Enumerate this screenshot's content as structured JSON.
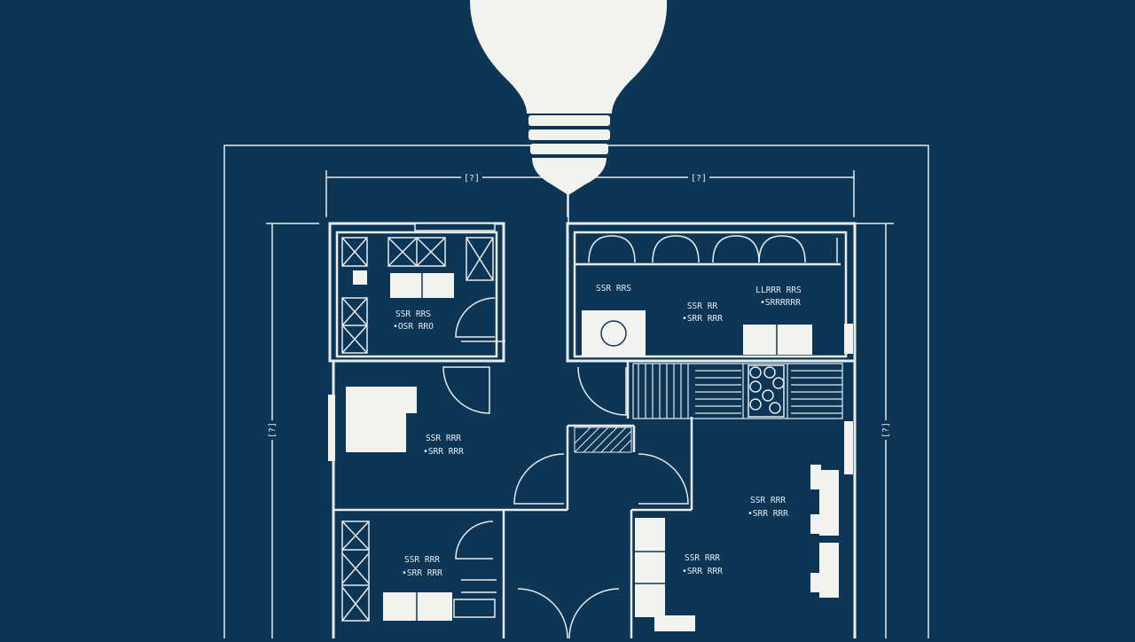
{
  "colors": {
    "background": "#0c3556",
    "line": "#e8ecec",
    "fill": "#f2f2ee"
  },
  "icons": {
    "bulb": "lightbulb-icon"
  },
  "dimensions": {
    "top_left": "[?]",
    "top_right": "[?]",
    "left": "[?]",
    "right": "[?]"
  },
  "rooms": {
    "kitchen": {
      "line1": "SSR RRS",
      "line2": "•OSR RRO"
    },
    "utility_left": {
      "line1": "SSR RRS"
    },
    "utility_mid": {
      "line1": "SSR RR"
    },
    "utility_right": {
      "line1": "LLRRR RRS",
      "line2": "•SRRRRRR"
    },
    "bedroom": {
      "line1": "SSR RRR",
      "line2": "•SRR RRR"
    },
    "living": {
      "line1": "SSR RRR",
      "line2": "•SRR RRR"
    },
    "bath": {
      "line1": "SSR RRR",
      "line2": "•SRR RRR"
    },
    "lounge": {
      "line1": "SSR RRR",
      "line2": "•SRR RRR"
    }
  }
}
